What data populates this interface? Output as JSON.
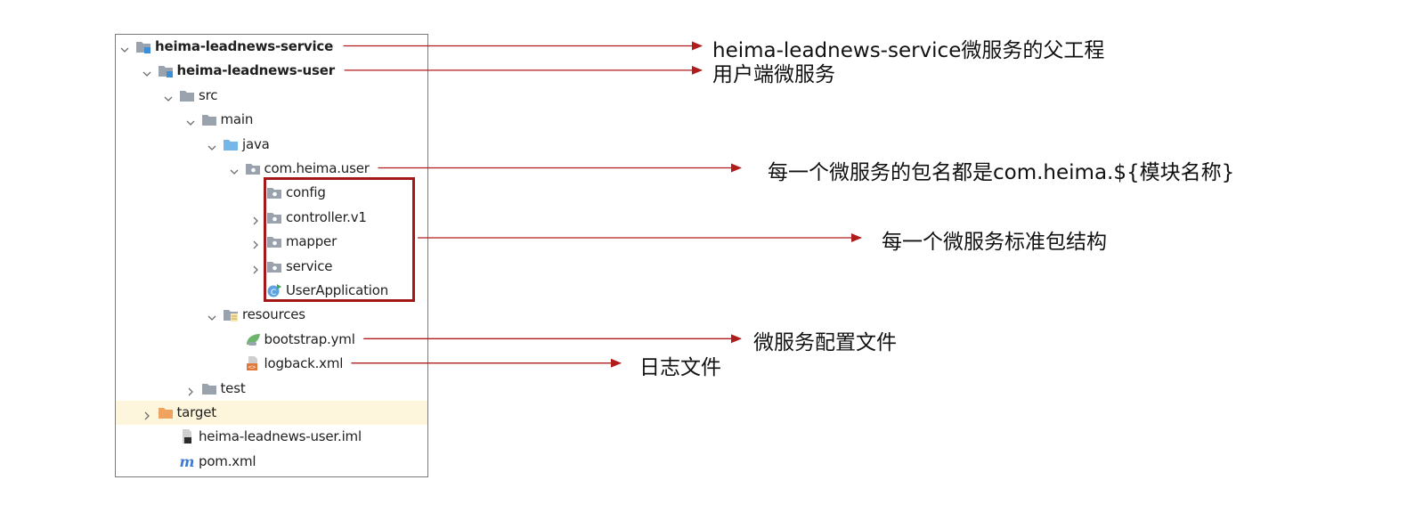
{
  "tree": [
    {
      "key": "service",
      "label": "heima-leadnews-service",
      "depth": 0,
      "icon": "module-folder-icon",
      "chevron": "down",
      "bold": true
    },
    {
      "key": "user",
      "label": "heima-leadnews-user",
      "depth": 1,
      "icon": "module-folder-icon",
      "chevron": "down",
      "bold": true
    },
    {
      "key": "src",
      "label": "src",
      "depth": 2,
      "icon": "folder-icon",
      "chevron": "down"
    },
    {
      "key": "main",
      "label": "main",
      "depth": 3,
      "icon": "folder-icon",
      "chevron": "down"
    },
    {
      "key": "java",
      "label": "java",
      "depth": 4,
      "icon": "source-folder-icon",
      "chevron": "down"
    },
    {
      "key": "pkg",
      "label": "com.heima.user",
      "depth": 5,
      "icon": "package-icon",
      "chevron": "down"
    },
    {
      "key": "config",
      "label": "config",
      "depth": 6,
      "icon": "package-icon",
      "chevron": "none"
    },
    {
      "key": "controller",
      "label": "controller.v1",
      "depth": 6,
      "icon": "package-icon",
      "chevron": "right"
    },
    {
      "key": "mapper",
      "label": "mapper",
      "depth": 6,
      "icon": "package-icon",
      "chevron": "right"
    },
    {
      "key": "servicepkg",
      "label": "service",
      "depth": 6,
      "icon": "package-icon",
      "chevron": "right"
    },
    {
      "key": "app",
      "label": "UserApplication",
      "depth": 6,
      "icon": "spring-class-icon",
      "chevron": "none"
    },
    {
      "key": "resources",
      "label": "resources",
      "depth": 4,
      "icon": "resources-folder-icon",
      "chevron": "down"
    },
    {
      "key": "bootstrap",
      "label": "bootstrap.yml",
      "depth": 5,
      "icon": "yaml-leaf-icon",
      "chevron": "none"
    },
    {
      "key": "logback",
      "label": "logback.xml",
      "depth": 5,
      "icon": "xml-file-icon",
      "chevron": "none"
    },
    {
      "key": "test",
      "label": "test",
      "depth": 3,
      "icon": "folder-icon",
      "chevron": "right"
    },
    {
      "key": "target",
      "label": "target",
      "depth": 1,
      "icon": "excluded-folder-icon",
      "chevron": "right",
      "highlight": true
    },
    {
      "key": "iml",
      "label": "heima-leadnews-user.iml",
      "depth": 2,
      "icon": "iml-file-icon",
      "chevron": "none"
    },
    {
      "key": "pom",
      "label": "pom.xml",
      "depth": 2,
      "icon": "maven-icon",
      "chevron": "none"
    }
  ],
  "annotations": [
    {
      "key": "service",
      "text": "heima-leadnews-service微服务的父工程"
    },
    {
      "key": "user",
      "text": "用户端微服务"
    },
    {
      "key": "pkg",
      "text": "每一个微服务的包名都是com.heima.${模块名称}"
    },
    {
      "key": "box",
      "text": "每一个微服务标准包结构"
    },
    {
      "key": "bootstrap",
      "text": "微服务配置文件"
    },
    {
      "key": "logback",
      "text": "日志文件"
    }
  ],
  "colors": {
    "arrow": "#b01c1c",
    "box": "#a31818",
    "folder": "#9aa3ad",
    "source_folder": "#74b7e8",
    "excluded_folder": "#f0a35e",
    "highlight_row": "#fdf6dc",
    "module_badge": "#3a8fd6"
  }
}
